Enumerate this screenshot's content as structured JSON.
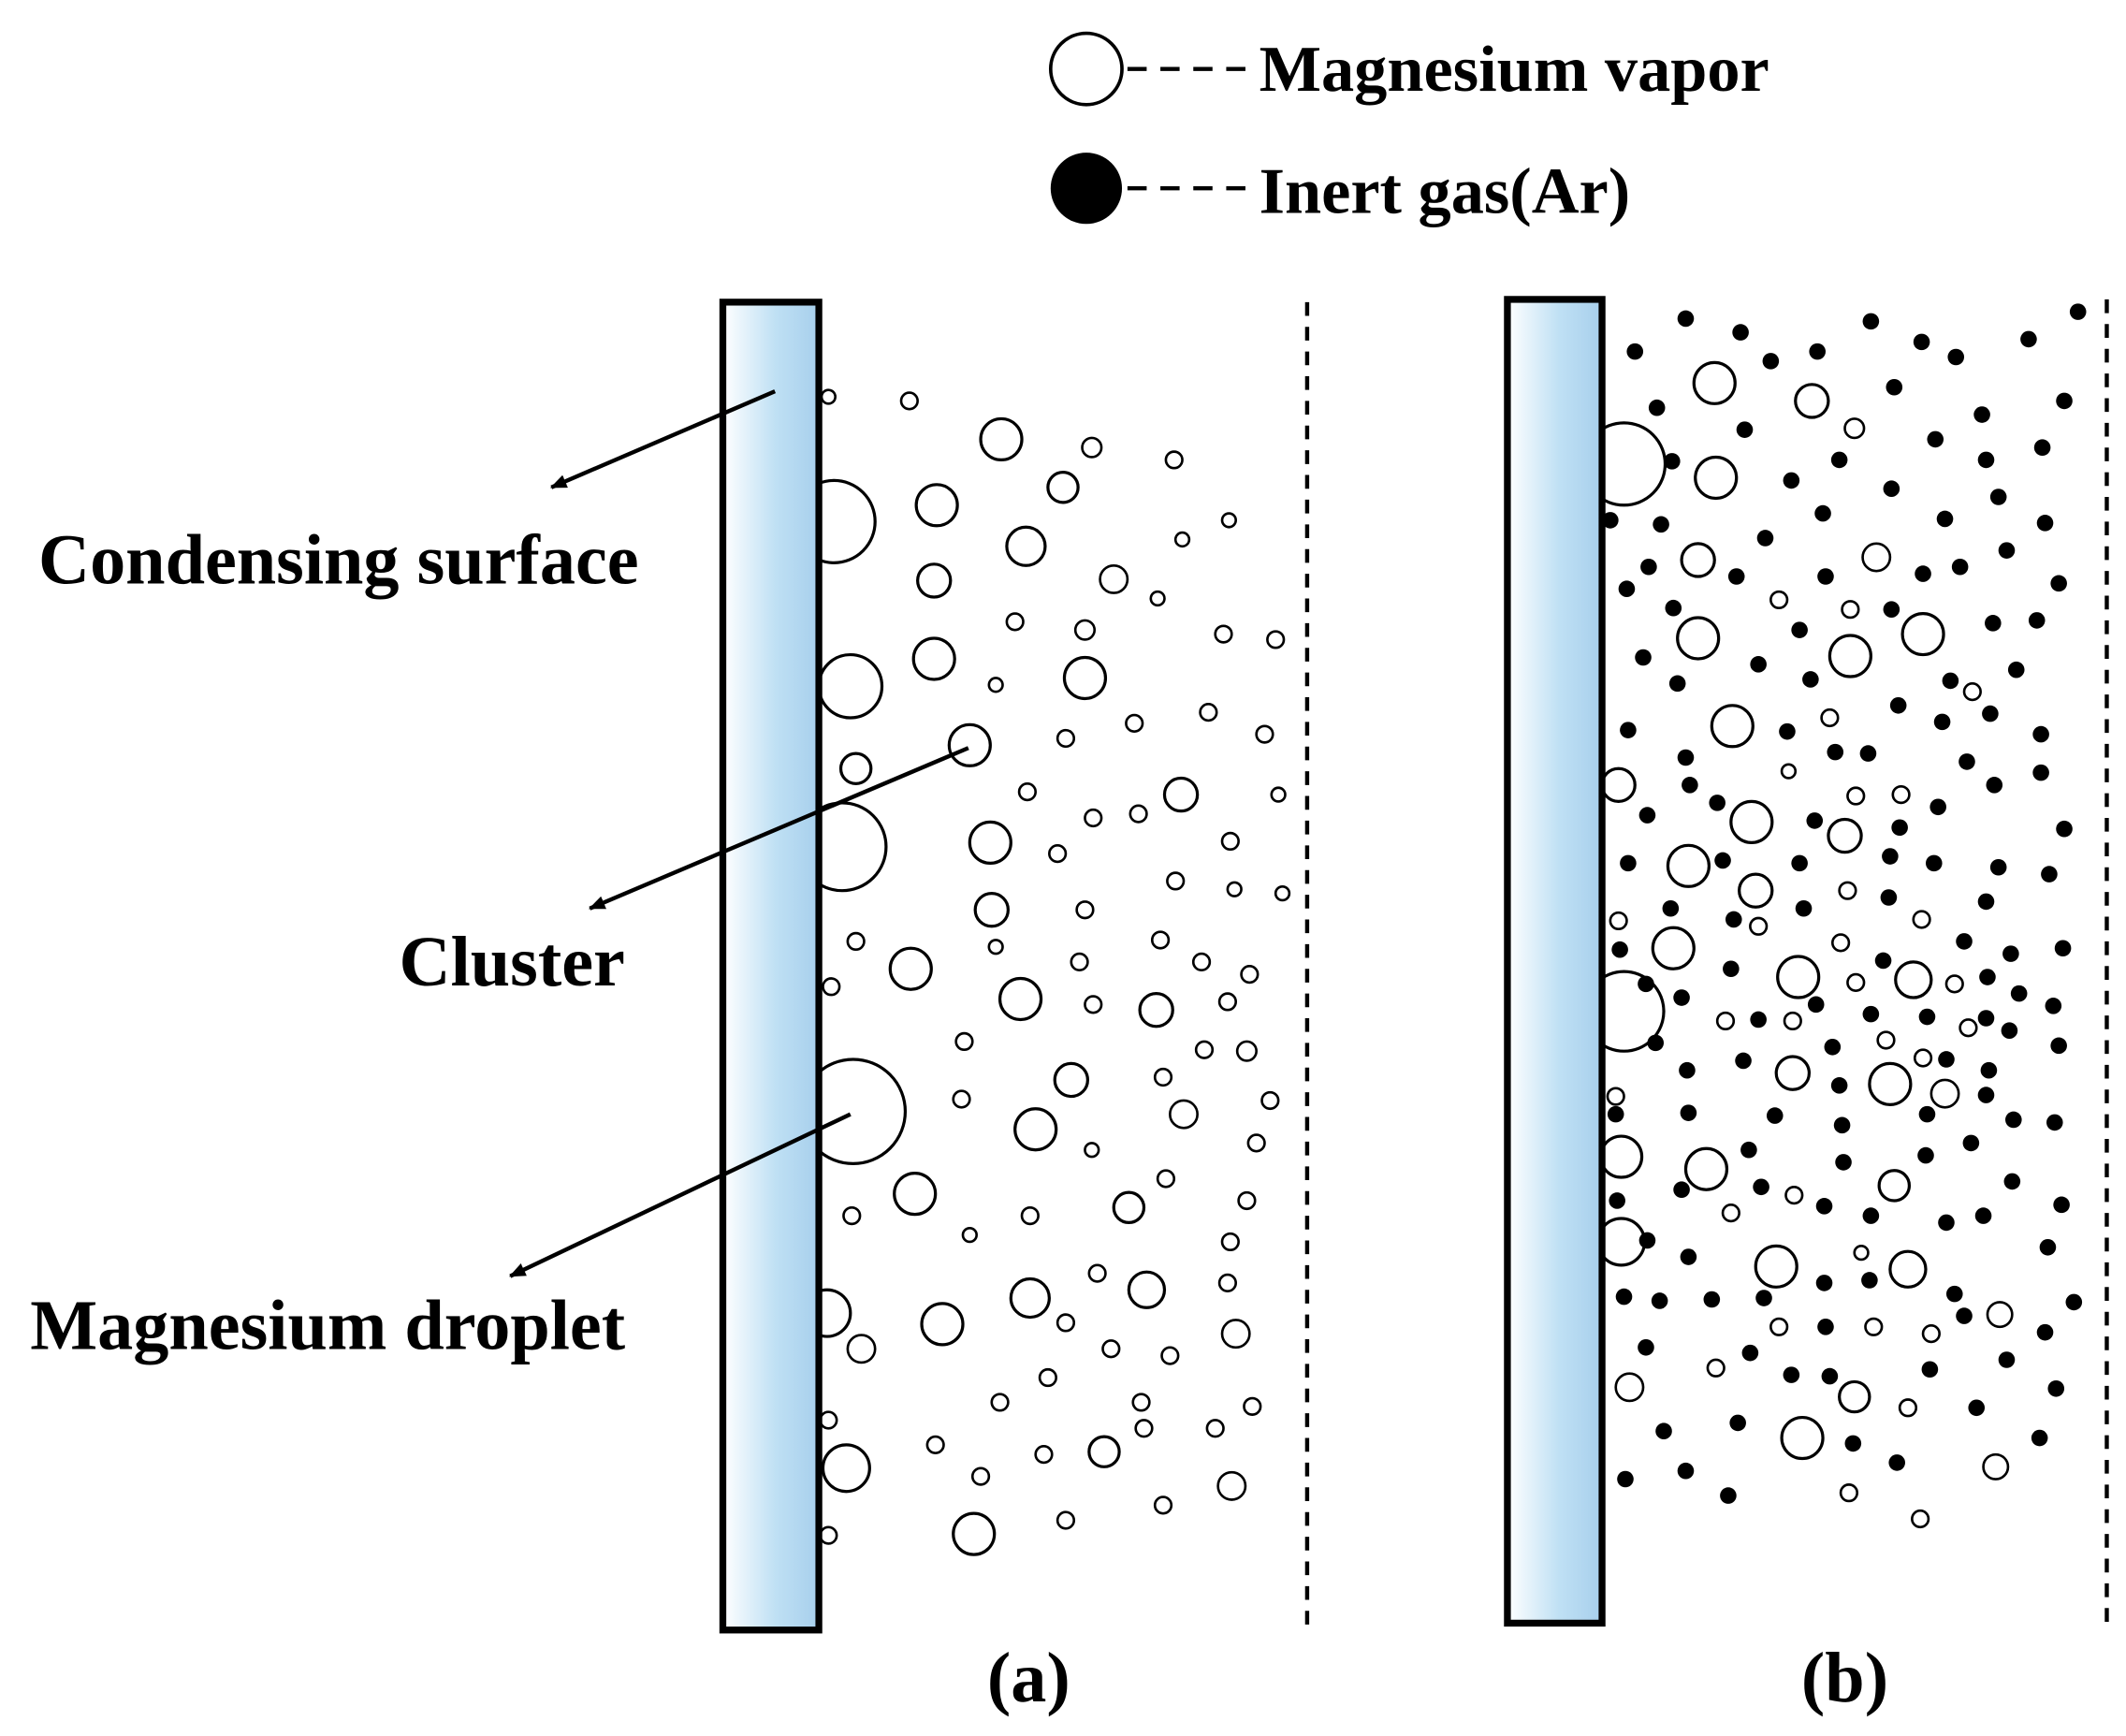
{
  "legend": {
    "vapor_label": "Magnesium vapor",
    "gas_label": "Inert gas(Ar)"
  },
  "labels": {
    "condensing_surface": "Condensing surface",
    "cluster": "Cluster",
    "magnesium_droplet": "Magnesium droplet"
  },
  "panels": {
    "a": "(a)",
    "b": "(b)"
  },
  "colors": {
    "surface_dark": "#a7cfec",
    "surface_light": "#ffffff",
    "outline": "#000000"
  },
  "icons": [
    "arrow-icon",
    "open-circle-icon",
    "filled-circle-icon"
  ]
}
